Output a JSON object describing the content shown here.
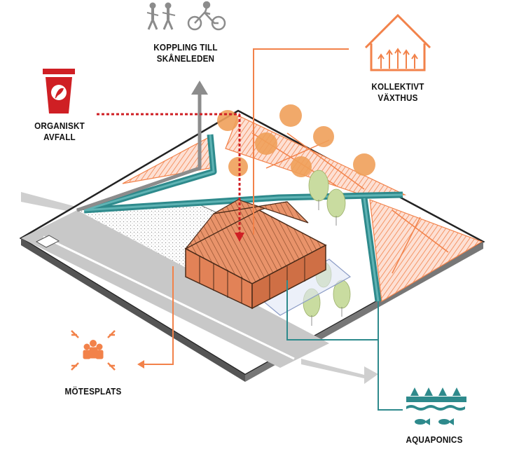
{
  "labels": {
    "skaneleden": [
      "KOPPLING TILL",
      "SKÅNELEDEN"
    ],
    "organic": [
      "ORGANISKT",
      "AVFALL"
    ],
    "greenhouse": [
      "KOLLEKTIVT",
      "VÄXTHUS"
    ],
    "meeting": "MÖTESPLATS",
    "aquaponics": "AQUAPONICS"
  },
  "icons": {
    "skaneleden": [
      "hikers-icon",
      "bicycle-icon"
    ],
    "organic": "compost-bin-icon",
    "greenhouse": "greenhouse-icon",
    "meeting": "meeting-place-icon",
    "aquaponics": "aquaponics-icon"
  },
  "colors": {
    "orange": "#f2824a",
    "red": "#cf1f24",
    "teal": "#2e8a8c",
    "grey": "#8c8c8c",
    "tree_orange": "#f0a05a",
    "tree_green": "#c9dca0"
  }
}
